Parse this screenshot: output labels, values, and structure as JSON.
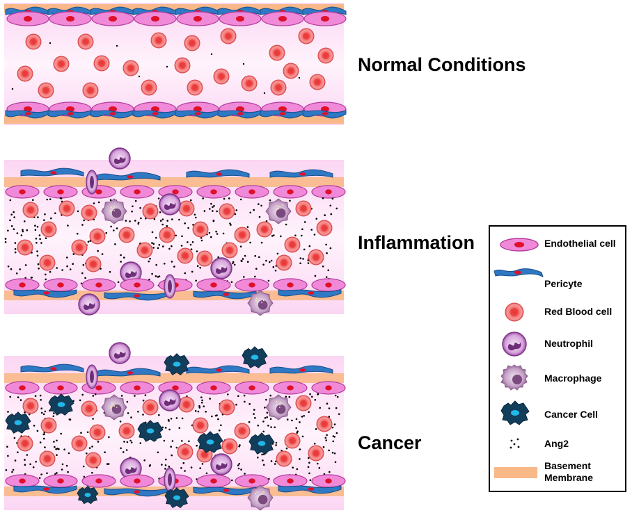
{
  "panels": {
    "normal": "Normal Conditions",
    "inflammation": "Inflammation",
    "cancer": "Cancer"
  },
  "legend": {
    "endothelial": "Endothelial cell",
    "pericyte": "Pericyte",
    "rbc": "Red Blood cell",
    "neutrophil": "Neutrophil",
    "macrophage": "Macrophage",
    "cancer_cell": "Cancer Cell",
    "ang2": "Ang2",
    "basement_1": "Basement",
    "basement_2": "Membrane"
  },
  "colors": {
    "endothelial": "#f08ad8",
    "endothelial_nucleus": "#e0102a",
    "pericyte": "#2e78c4",
    "rbc": "#f05a5a",
    "neutrophil": "#b160b8",
    "macrophage": "#a87aa8",
    "cancer_cell": "#123e5c",
    "cancer_nucleus": "#22b8e8",
    "basement": "#f8b888",
    "lumen": "#fde4f8"
  }
}
